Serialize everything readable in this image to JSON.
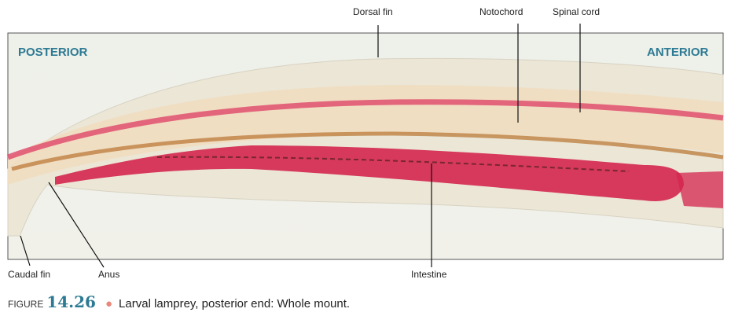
{
  "figure": {
    "orientation": {
      "left": "POSTERIOR",
      "right": "ANTERIOR"
    },
    "labels": {
      "dorsal_fin": "Dorsal fin",
      "notochord": "Notochord",
      "spinal_cord": "Spinal cord",
      "caudal_fin": "Caudal fin",
      "anus": "Anus",
      "intestine": "Intestine"
    }
  },
  "caption": {
    "prefix": "FIGURE",
    "number": "14.26",
    "text": "Larval lamprey, posterior end: Whole mount."
  },
  "colors": {
    "accent": "#2c7a93",
    "bullet": "#e8877a",
    "stain": "#d4264e"
  }
}
